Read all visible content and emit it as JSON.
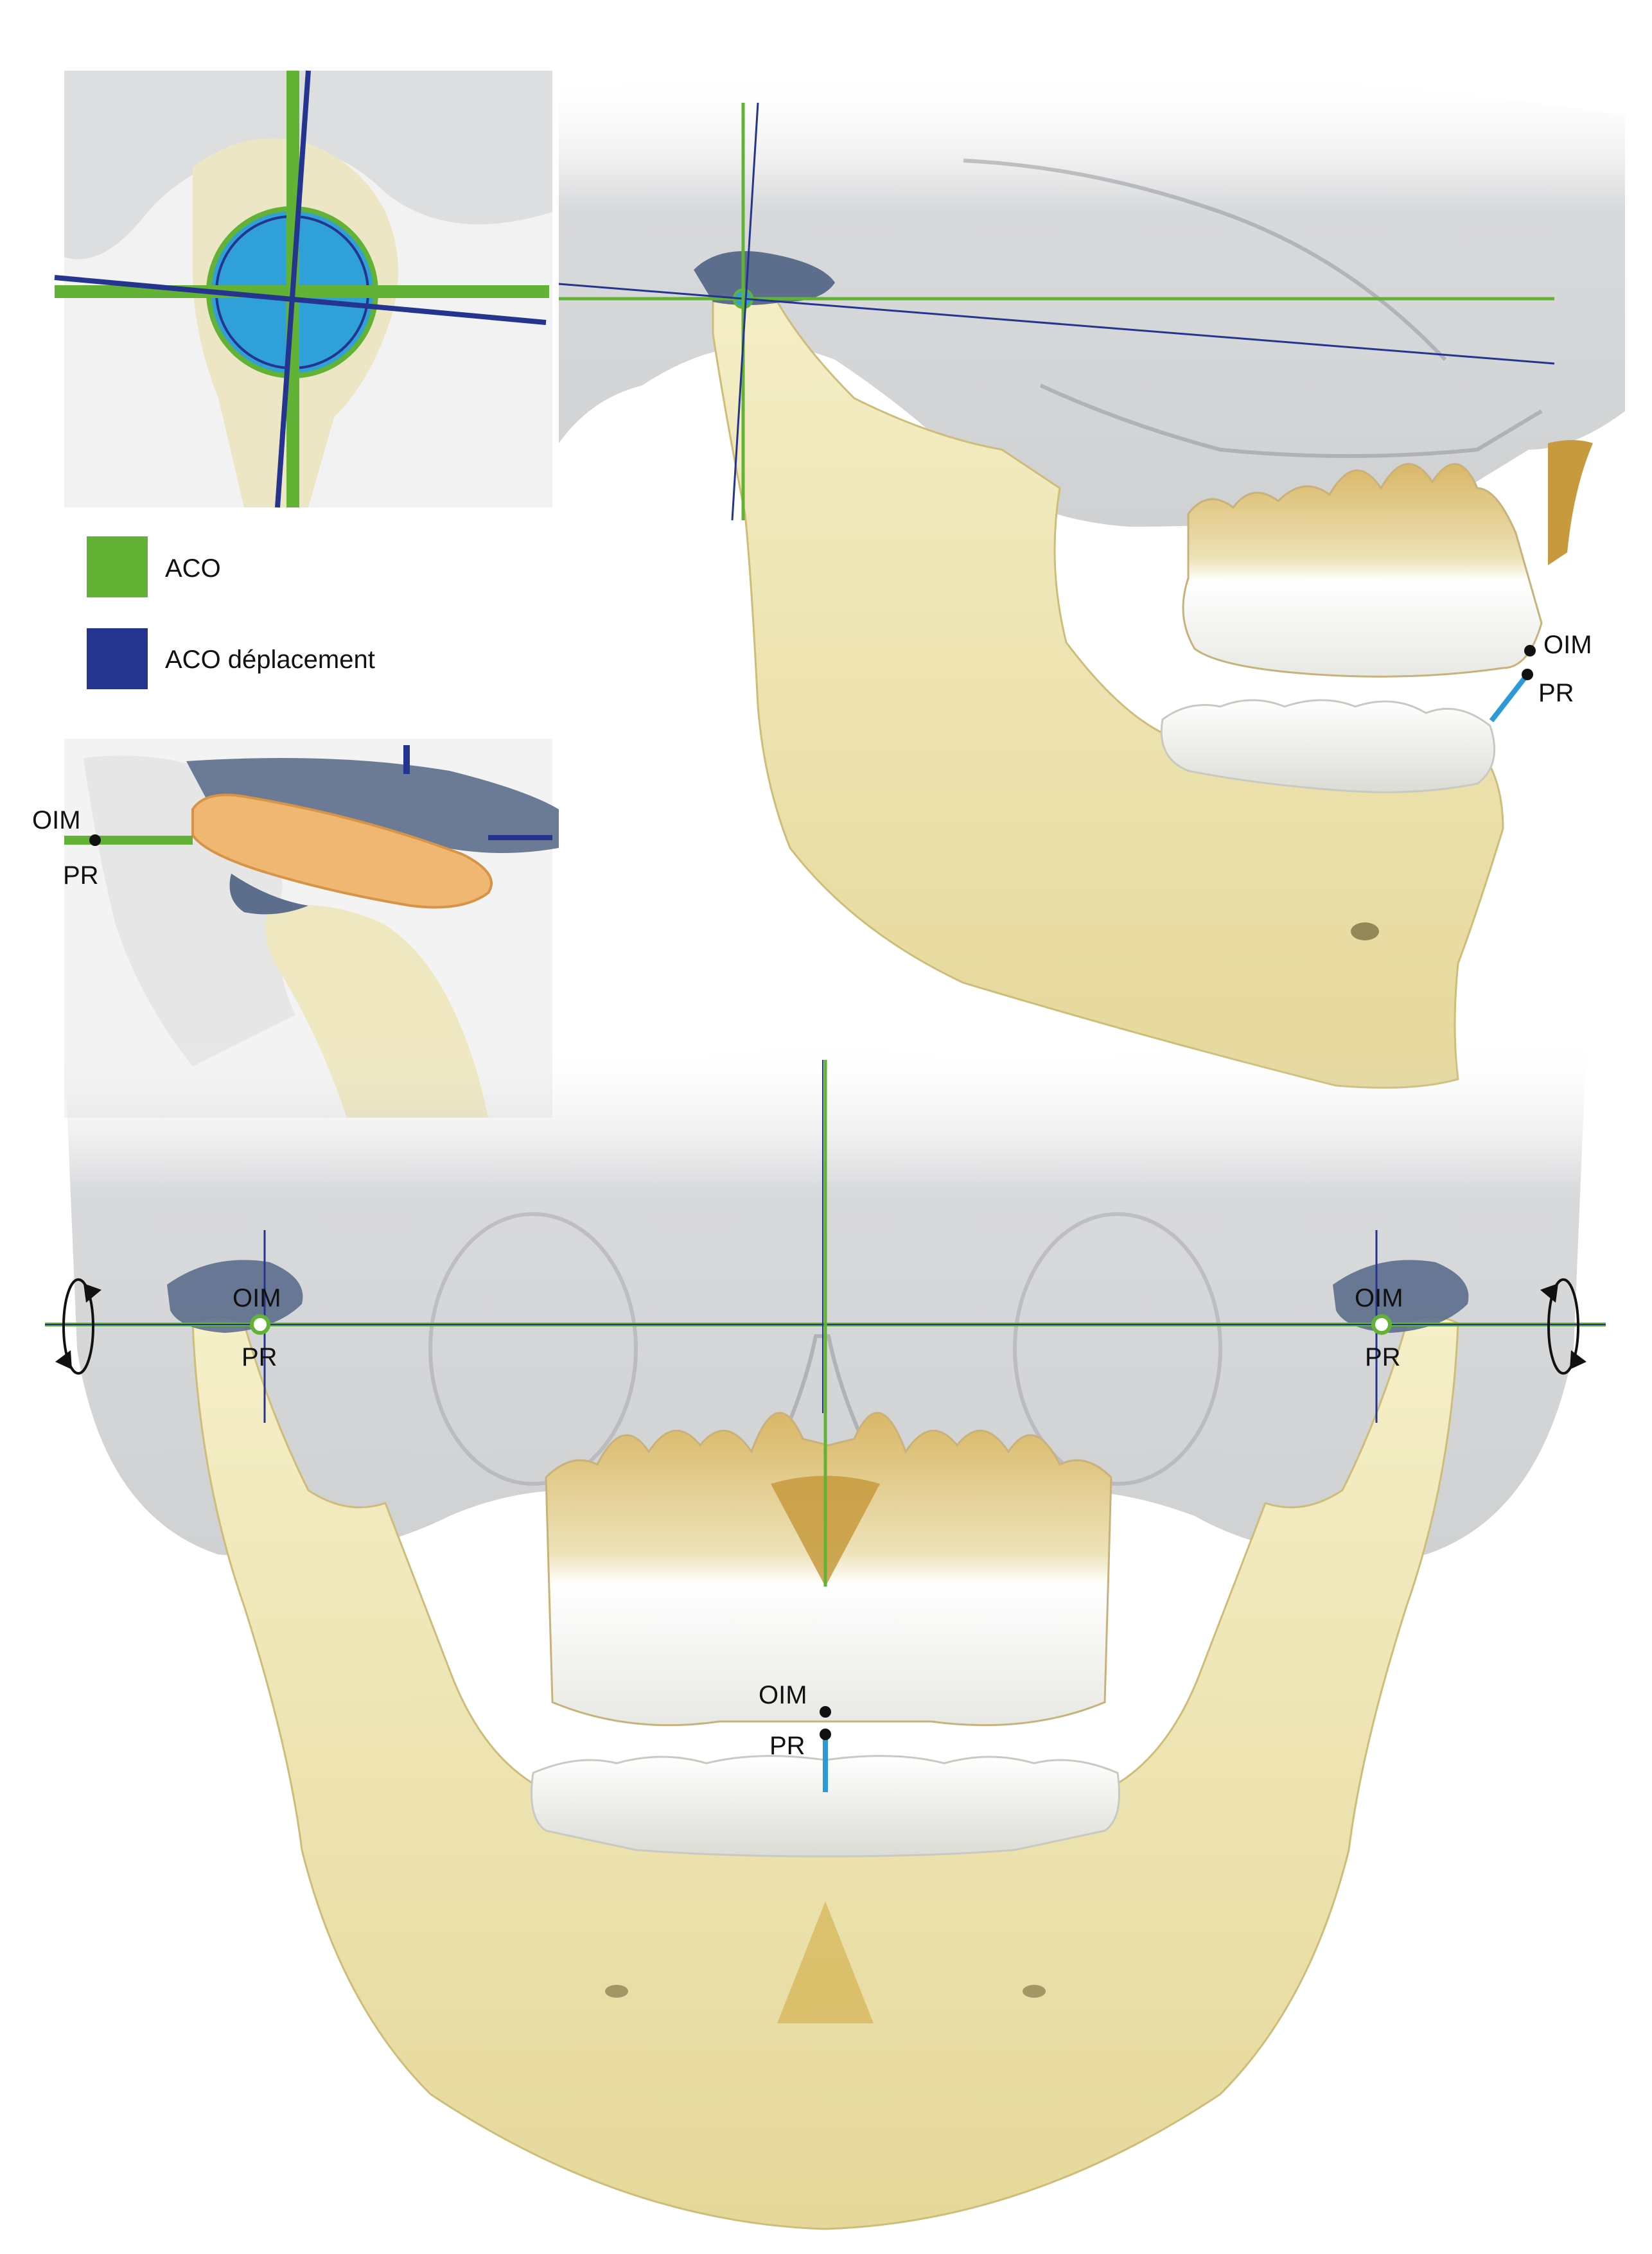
{
  "legend": {
    "items": [
      {
        "label": "ACO",
        "color": "#62b335"
      },
      {
        "label": "ACO déplacement",
        "color": "#24348f"
      }
    ]
  },
  "labels": {
    "oim": "OIM",
    "pr": "PR"
  },
  "colors": {
    "aco_green": "#62b335",
    "aco_blue": "#24348f",
    "bone": "#efe6b0",
    "bone_shade": "#d9cc88",
    "skull_grey": "#b9bbbd",
    "tooth": "#f6f6f3",
    "tooth_root": "#e2c27a",
    "disc_orange": "#f0b772",
    "disc_blue": "#5c6e8c",
    "condyle_fill": "#2fa0d8",
    "bite_line": "#2b9ad6"
  },
  "icons": [
    "rotation-arrows-icon-left",
    "rotation-arrows-icon-right"
  ]
}
